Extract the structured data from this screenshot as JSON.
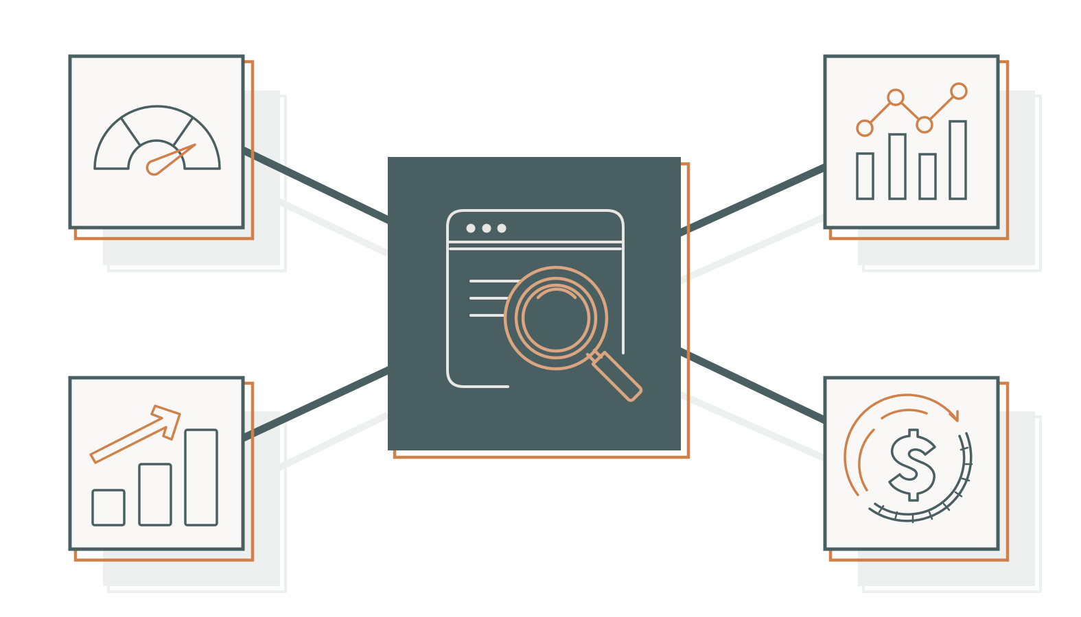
{
  "colors": {
    "primary": "#4a5f61",
    "accent": "#d0814a",
    "accent_light": "#dba57f",
    "card_bg": "#faf8f6",
    "ghost": "#edf0ee",
    "window_outline": "#e8e6e2",
    "background": "#ffffff"
  },
  "hub": {
    "icon": "browser-window-magnifier-icon"
  },
  "cards": [
    {
      "id": "top-left",
      "icon": "speedometer-gauge-icon"
    },
    {
      "id": "top-right",
      "icon": "line-and-bar-analytics-icon"
    },
    {
      "id": "bottom-left",
      "icon": "growth-bar-chart-arrow-icon"
    },
    {
      "id": "bottom-right",
      "icon": "dollar-coin-cycle-icon"
    }
  ]
}
